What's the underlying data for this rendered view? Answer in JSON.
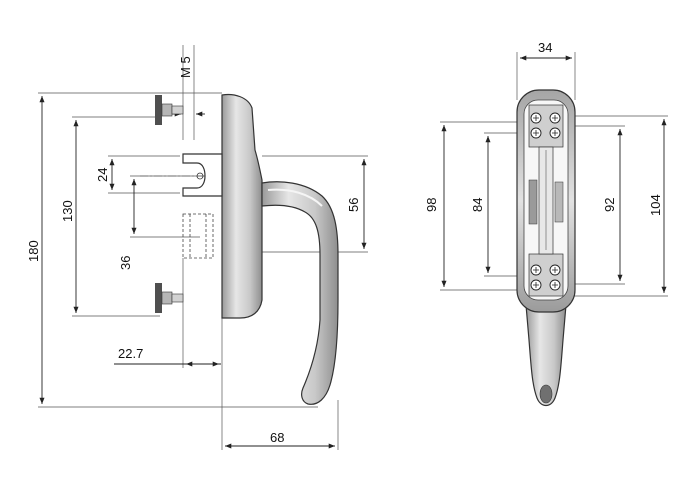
{
  "side_view": {
    "dim_thread": "M 5",
    "dim_total_height": "180",
    "dim_bolt_spacing": "130",
    "dim_slot_height": "24",
    "dim_spindle_offset": "36",
    "dim_handle_height": "56",
    "dim_left_offset": "22.7",
    "dim_handle_reach": "68"
  },
  "front_view": {
    "dim_width": "34",
    "dim_outer_height": "98",
    "dim_inner_height": "84",
    "dim_mid_height": "92",
    "dim_body_height": "104"
  },
  "colors": {
    "part_fill": "#d4d4d4",
    "part_dark": "#8c8c8c",
    "line": "#222222"
  }
}
